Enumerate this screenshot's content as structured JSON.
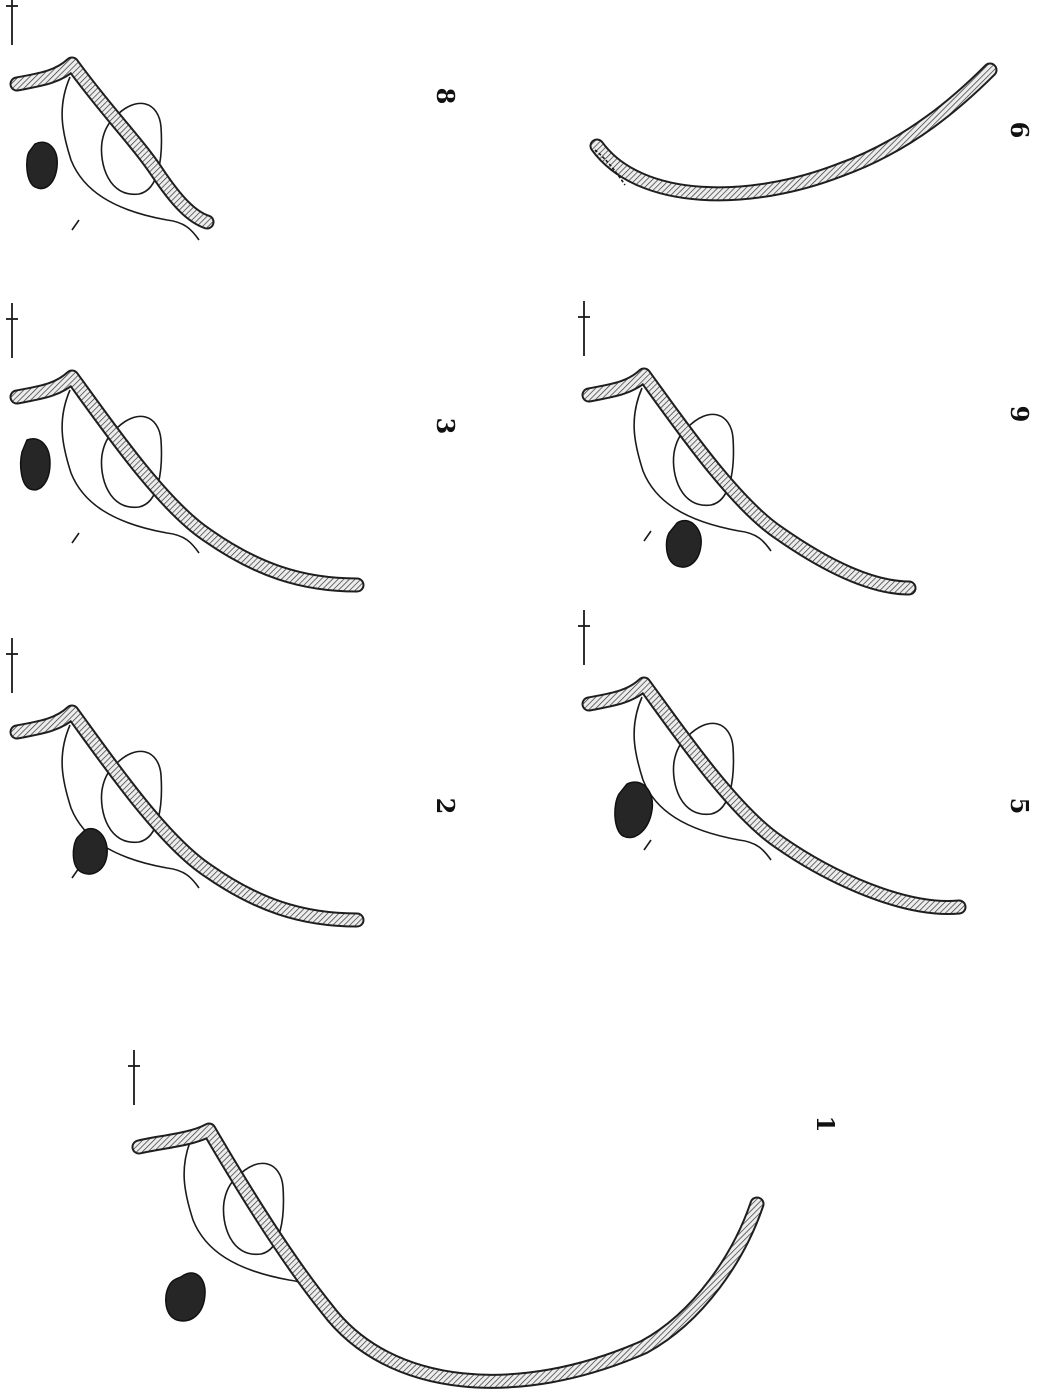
{
  "figures": [
    {
      "id": "fig-1",
      "number": "1",
      "complete_arc": true
    },
    {
      "id": "fig-2",
      "number": "2"
    },
    {
      "id": "fig-3",
      "number": "3"
    },
    {
      "id": "fig-8",
      "number": "8"
    },
    {
      "id": "fig-5",
      "number": "5"
    },
    {
      "id": "fig-9",
      "number": "9"
    },
    {
      "id": "fig-6",
      "number": "6",
      "wall_fragment_only": true
    }
  ],
  "style": {
    "ink": "#1a1a1a",
    "paper": "#ffffff"
  }
}
